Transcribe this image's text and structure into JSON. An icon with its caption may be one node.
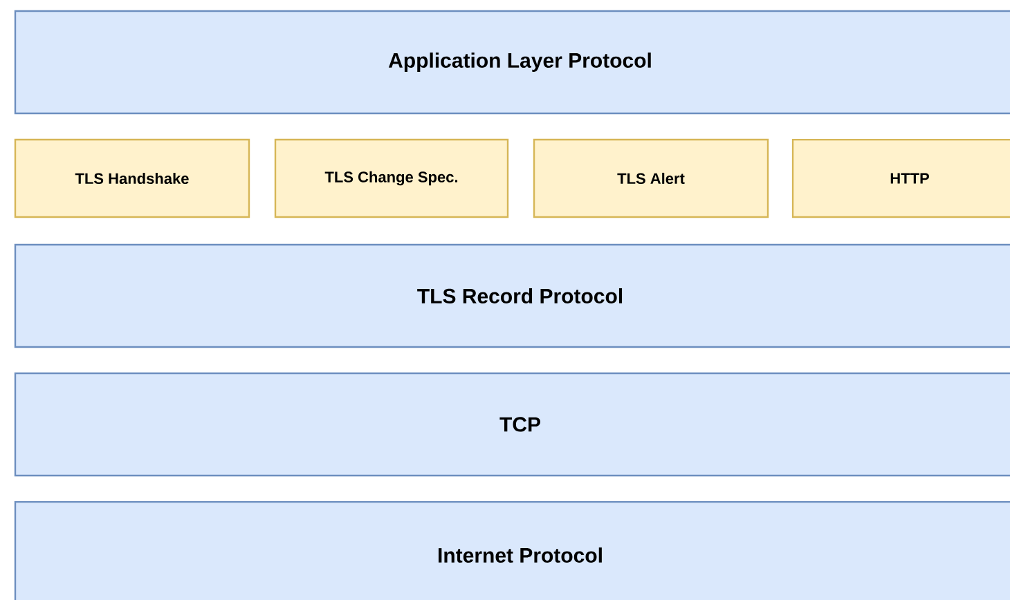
{
  "diagram": {
    "nodes": [
      {
        "text": [
          "Application Layer Protocol"
        ]
      },
      {
        "text": [
          "TLS Handshake"
        ]
      },
      {
        "text": [
          "TLS Change Spec."
        ]
      },
      {
        "text": [
          "TLS Alert"
        ]
      },
      {
        "text": [
          "HTTP"
        ]
      },
      {
        "text": [
          "TLS Record Protocol"
        ]
      },
      {
        "text": [
          "TCP"
        ]
      },
      {
        "text": [
          "Internet Protocol"
        ]
      }
    ]
  }
}
